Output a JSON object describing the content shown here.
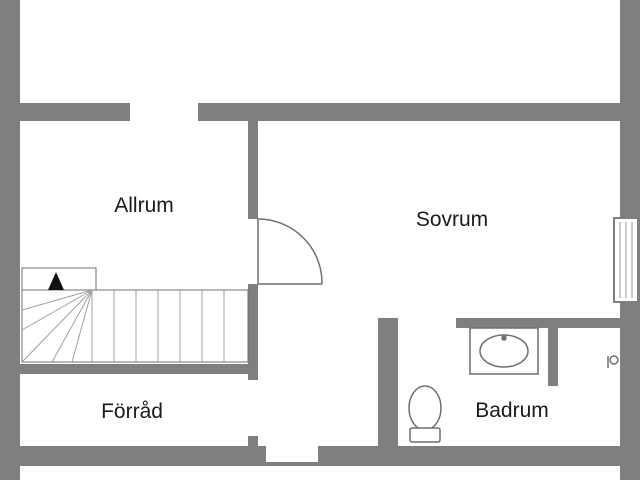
{
  "rooms": {
    "allrum": "Allrum",
    "sovrum": "Sovrum",
    "forrad": "Förråd",
    "badrum": "Badrum"
  },
  "icons": {
    "stair_direction": "up-arrow-icon",
    "sink": "sink-icon",
    "toilet": "toilet-icon",
    "window": "window-icon",
    "door": "door-swing-icon"
  },
  "colors": {
    "wall": "#7f7f7f",
    "fixture_line": "#6f6f6f",
    "stair_line": "#a0a0a0",
    "label": "#1a1a1a",
    "background": "#ffffff"
  }
}
